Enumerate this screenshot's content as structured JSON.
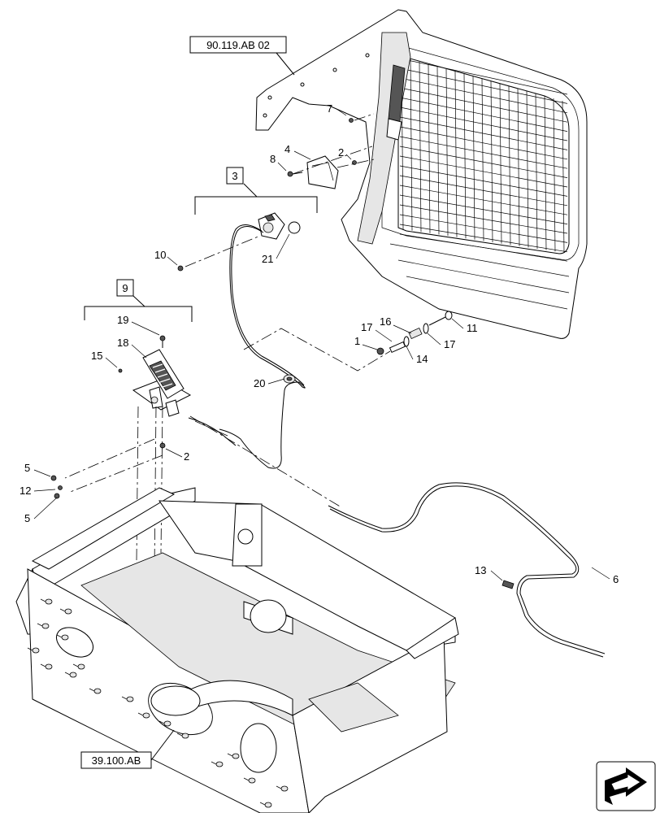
{
  "references": {
    "cab_ref": "90.119.AB 02",
    "frame_ref": "39.100.AB",
    "group_3": "3",
    "group_9": "9"
  },
  "callouts": {
    "c1": "1",
    "c2a": "2",
    "c2b": "2",
    "c4": "4",
    "c5a": "5",
    "c5b": "5",
    "c6": "6",
    "c7": "7",
    "c8": "8",
    "c10": "10",
    "c11": "11",
    "c12": "12",
    "c13": "13",
    "c14": "14",
    "c15": "15",
    "c16": "16",
    "c17a": "17",
    "c17b": "17",
    "c18": "18",
    "c19": "19",
    "c20": "20",
    "c21": "21"
  },
  "colors": {
    "line": "#000000",
    "background": "#ffffff",
    "fill_light": "#e6e6e6",
    "fill_dark": "#555555"
  }
}
